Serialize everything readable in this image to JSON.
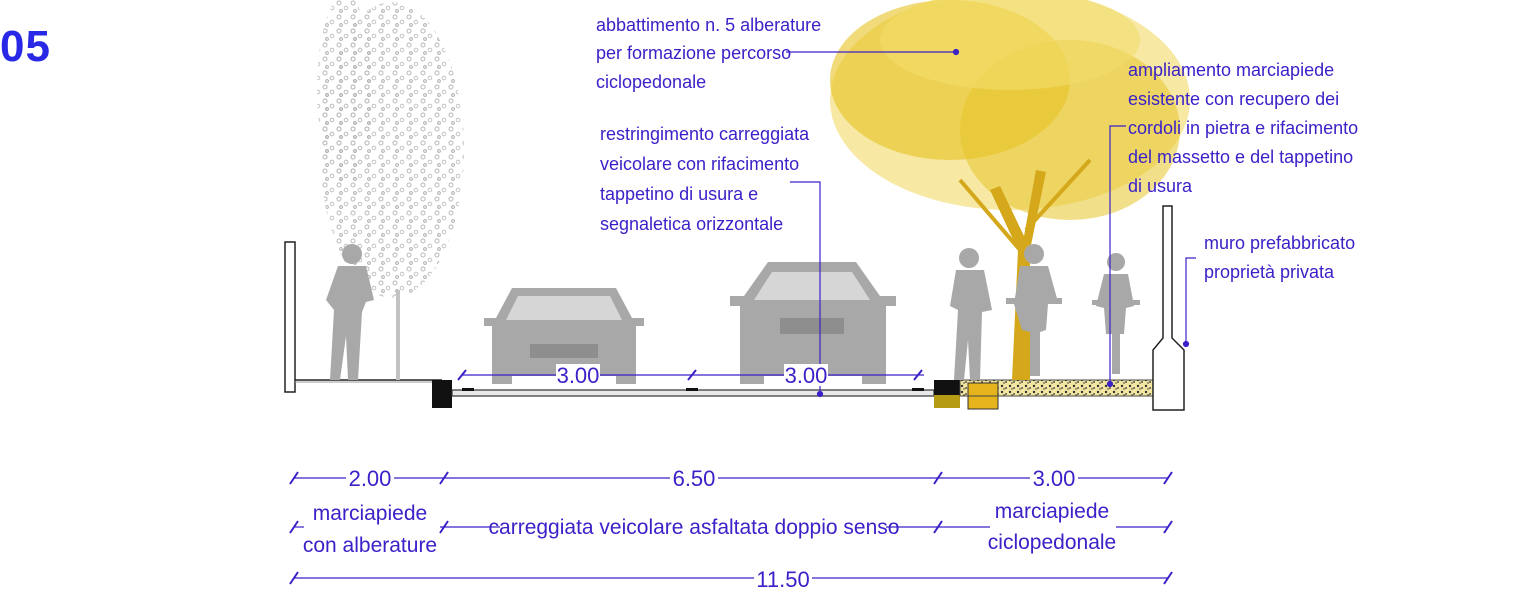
{
  "section_number": "05",
  "colors": {
    "annotation": "#3a22c8",
    "tree_existing": "#e6c220",
    "tree_grey": "#bdbdbd",
    "figure": "#a8a8a8",
    "vehicle": "#a8a8a8",
    "section_number": "#2828e6"
  },
  "annotations": {
    "tree_removal": [
      "abbattimento n. 5 alberature",
      "per formazione percorso",
      "ciclopedonale"
    ],
    "carriageway": [
      "restringimento carreggiata",
      "veicolare con rifacimento",
      "tappetino di usura e",
      "segnaletica orizzontale"
    ],
    "sidewalk_widening": [
      "ampliamento marciapiede",
      "esistente con recupero dei",
      "cordoli in pietra e rifacimento",
      "del massetto e del tappetino",
      "di usura"
    ],
    "wall": [
      "muro prefabbricato",
      "proprietà privata"
    ]
  },
  "lanes": {
    "left": "3.00",
    "right": "3.00"
  },
  "dimensions": {
    "sidewalk_left": "2.00",
    "carriageway": "6.50",
    "cycle_path": "3.00",
    "total": "11.50"
  },
  "labels": {
    "sidewalk_left": [
      "marciapiede",
      "con alberature"
    ],
    "carriageway": "carreggiata veicolare asfaltata doppio senso",
    "cycle_path": [
      "marciapiede",
      "ciclopedonale"
    ]
  }
}
